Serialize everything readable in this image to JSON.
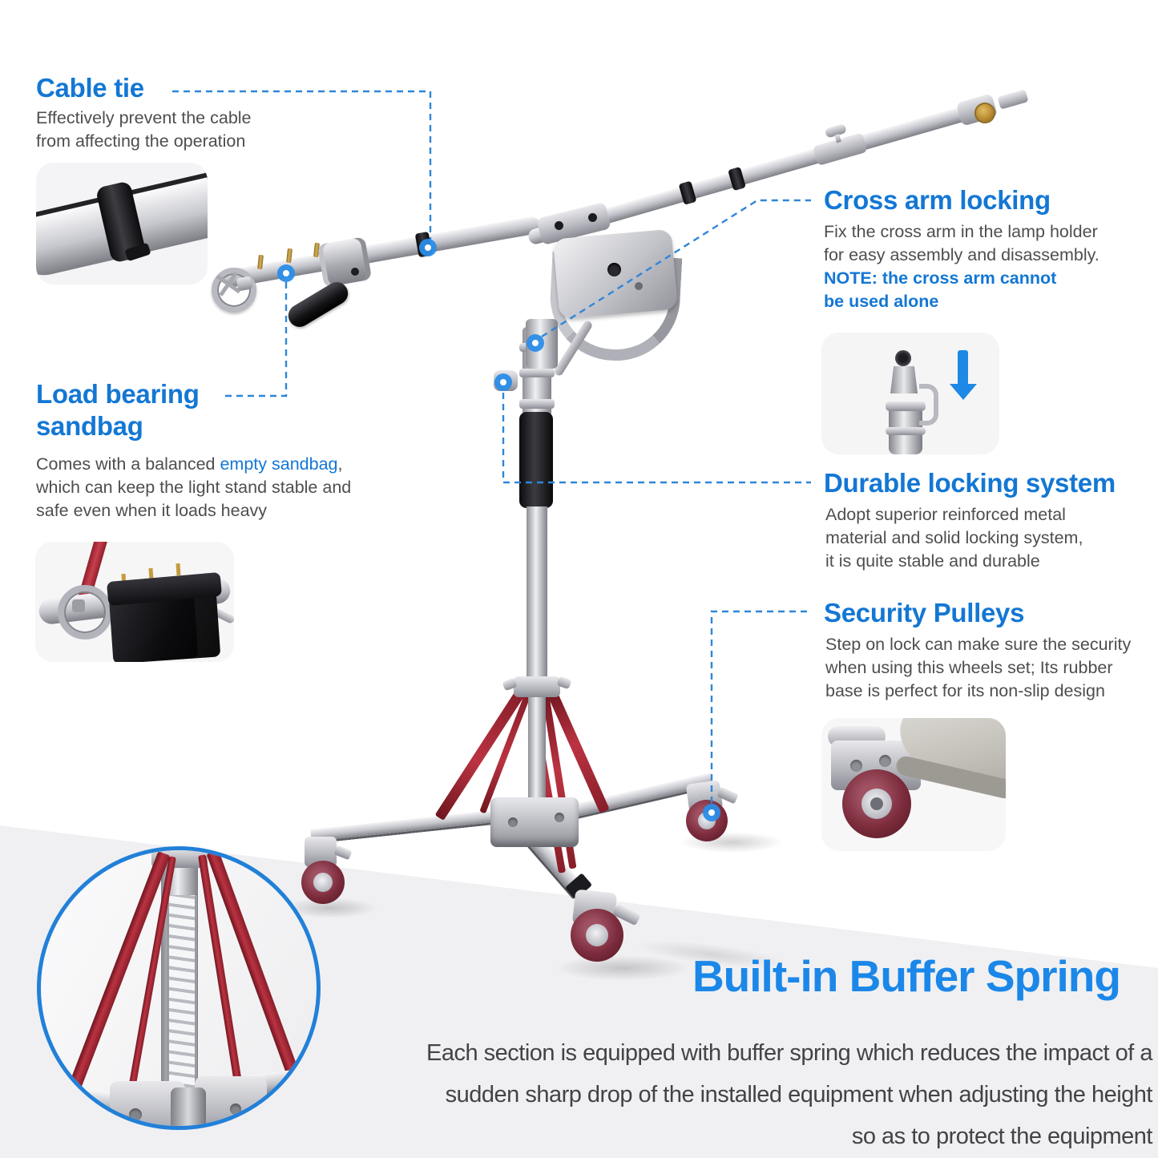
{
  "colors": {
    "accent_blue": "#1377d4",
    "hero_blue": "#1b87e8",
    "callout_line_blue": "#2e86d8",
    "body_gray": "#4e4e51",
    "leg_red": "#9e2531",
    "wheel_maroon": "#7c2c3c",
    "floor_gray": "#f0f0f2"
  },
  "callouts": {
    "cable_tie": {
      "title": "Cable tie",
      "line1": "Effectively prevent the cable",
      "line2": "from affecting the operation"
    },
    "load_bearing_sandbag": {
      "title_line1": "Load bearing",
      "title_line2": "sandbag",
      "line1_pre": "Comes with a balanced ",
      "line1_link": "empty sandbag",
      "line1_post": ",",
      "line2": "which can keep the light stand stable and",
      "line3": "safe even when it loads heavy"
    },
    "cross_arm_locking": {
      "title": "Cross arm locking",
      "line1": "Fix the cross arm in the lamp holder",
      "line2": "for easy assembly and disassembly.",
      "note1": "NOTE: the cross arm cannot",
      "note2": "be used alone"
    },
    "durable_locking_system": {
      "title": "Durable locking system",
      "line1": "Adopt superior reinforced metal",
      "line2": "material and solid locking system,",
      "line3": "it is quite stable and durable"
    },
    "security_pulleys": {
      "title": "Security Pulleys",
      "line1": "Step on lock can make sure the security",
      "line2": "when using this wheels set; Its rubber",
      "line3": "base is perfect for its non-slip design"
    },
    "buffer_spring": {
      "title": "Built-in Buffer Spring",
      "line1": "Each section is equipped with buffer spring which reduces the impact of a",
      "line2": "sudden sharp drop of  the installed equipment when adjusting the height",
      "line3": "so as to protect the equipment"
    }
  }
}
